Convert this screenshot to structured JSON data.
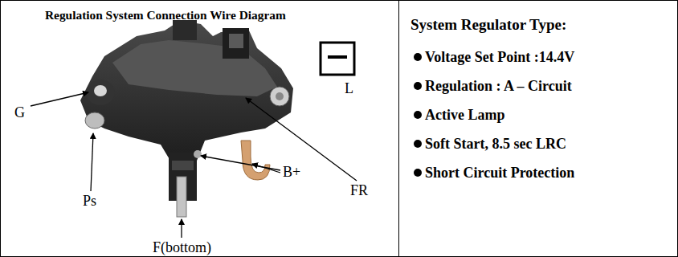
{
  "diagram": {
    "nodes": [
      {
        "text": [
          "Regulation System Connection Wire Diagram"
        ]
      },
      {
        "text": [
          "System Regulator Type:",
          "Voltage Set Point :14.4V",
          "Regulation : A – Circuit",
          "Active Lamp",
          "Soft Start, 8.5 sec LRC",
          "Short Circuit Protection"
        ]
      }
    ],
    "labels": [
      "G",
      "Ps",
      "B+",
      "FR",
      "F(bottom)",
      "L"
    ]
  }
}
